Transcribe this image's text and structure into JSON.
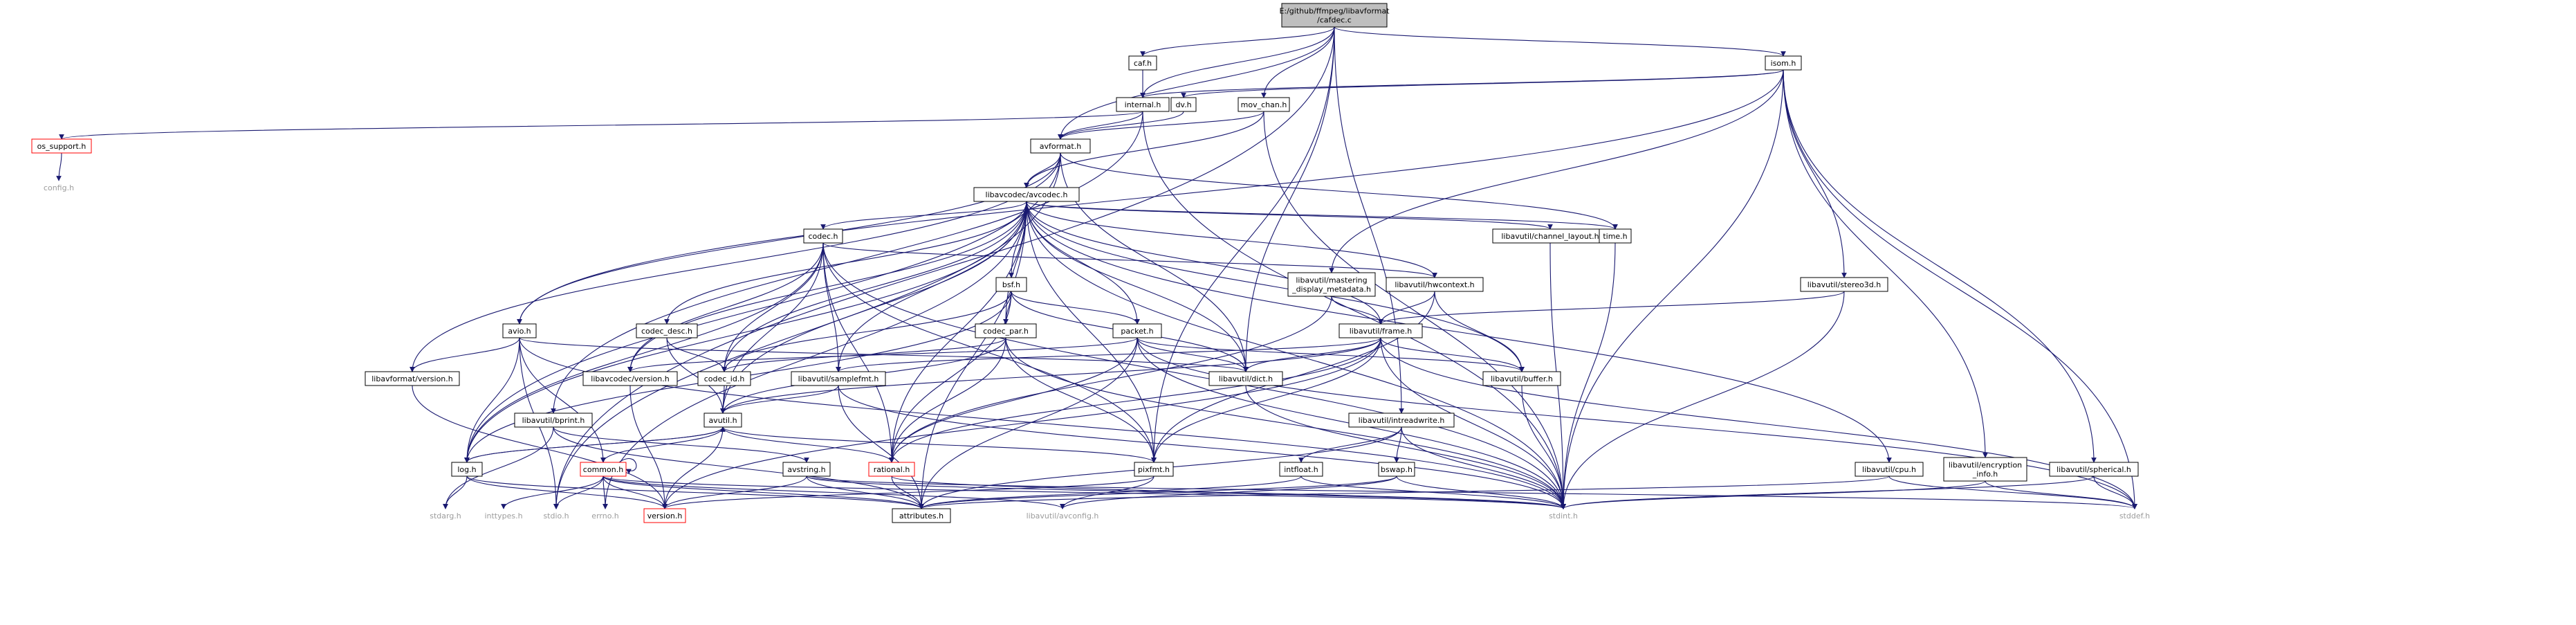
{
  "graph": {
    "nodes": [
      {
        "id": "cafdec_c",
        "lines": [
          "E:/github/ffmpeg/libavformat",
          "/cafdec.c"
        ],
        "style": "root"
      },
      {
        "id": "caf_h",
        "lines": [
          "caf.h"
        ],
        "style": "normal"
      },
      {
        "id": "isom_h",
        "lines": [
          "isom.h"
        ],
        "style": "normal"
      },
      {
        "id": "internal_h",
        "lines": [
          "internal.h"
        ],
        "style": "normal"
      },
      {
        "id": "dv_h",
        "lines": [
          "dv.h"
        ],
        "style": "normal"
      },
      {
        "id": "mov_chan_h",
        "lines": [
          "mov_chan.h"
        ],
        "style": "normal"
      },
      {
        "id": "os_support_h",
        "lines": [
          "os_support.h"
        ],
        "style": "red"
      },
      {
        "id": "config_h",
        "lines": [
          "config.h"
        ],
        "style": "plain"
      },
      {
        "id": "avformat_h",
        "lines": [
          "avformat.h"
        ],
        "style": "normal"
      },
      {
        "id": "avcodec_h",
        "lines": [
          "libavcodec/avcodec.h"
        ],
        "style": "normal"
      },
      {
        "id": "codec_h",
        "lines": [
          "codec.h"
        ],
        "style": "normal"
      },
      {
        "id": "bsf_h",
        "lines": [
          "bsf.h"
        ],
        "style": "normal"
      },
      {
        "id": "codec_desc_h",
        "lines": [
          "codec_desc.h"
        ],
        "style": "normal"
      },
      {
        "id": "codec_par_h",
        "lines": [
          "codec_par.h"
        ],
        "style": "normal"
      },
      {
        "id": "packet_h",
        "lines": [
          "packet.h"
        ],
        "style": "normal"
      },
      {
        "id": "codec_id_h",
        "lines": [
          "codec_id.h"
        ],
        "style": "normal"
      },
      {
        "id": "avio_h",
        "lines": [
          "avio.h"
        ],
        "style": "normal"
      },
      {
        "id": "lavf_version_h",
        "lines": [
          "libavformat/version.h"
        ],
        "style": "normal"
      },
      {
        "id": "lavc_version_h",
        "lines": [
          "libavcodec/version.h"
        ],
        "style": "normal"
      },
      {
        "id": "samplefmt_h",
        "lines": [
          "libavutil/samplefmt.h"
        ],
        "style": "normal"
      },
      {
        "id": "channel_layout_h",
        "lines": [
          "libavutil/channel_layout.h"
        ],
        "style": "normal"
      },
      {
        "id": "time_h",
        "lines": [
          "time.h"
        ],
        "style": "normal"
      },
      {
        "id": "mastering_h",
        "lines": [
          "libavutil/mastering",
          "_display_metadata.h"
        ],
        "style": "normal"
      },
      {
        "id": "hwcontext_h",
        "lines": [
          "libavutil/hwcontext.h"
        ],
        "style": "normal"
      },
      {
        "id": "stereo3d_h",
        "lines": [
          "libavutil/stereo3d.h"
        ],
        "style": "normal"
      },
      {
        "id": "frame_h",
        "lines": [
          "libavutil/frame.h"
        ],
        "style": "normal"
      },
      {
        "id": "dict_h",
        "lines": [
          "libavutil/dict.h"
        ],
        "style": "normal"
      },
      {
        "id": "buffer_h",
        "lines": [
          "libavutil/buffer.h"
        ],
        "style": "normal"
      },
      {
        "id": "bprint_h",
        "lines": [
          "libavutil/bprint.h"
        ],
        "style": "normal"
      },
      {
        "id": "intreadwrite_h",
        "lines": [
          "libavutil/intreadwrite.h"
        ],
        "style": "normal"
      },
      {
        "id": "avutil_h",
        "lines": [
          "avutil.h"
        ],
        "style": "normal"
      },
      {
        "id": "log_h",
        "lines": [
          "log.h"
        ],
        "style": "normal"
      },
      {
        "id": "common_h",
        "lines": [
          "common.h"
        ],
        "style": "red"
      },
      {
        "id": "avstring_h",
        "lines": [
          "avstring.h"
        ],
        "style": "normal"
      },
      {
        "id": "rational_h",
        "lines": [
          "rational.h"
        ],
        "style": "red"
      },
      {
        "id": "pixfmt_h",
        "lines": [
          "pixfmt.h"
        ],
        "style": "normal"
      },
      {
        "id": "intfloat_h",
        "lines": [
          "intfloat.h"
        ],
        "style": "normal"
      },
      {
        "id": "bswap_h",
        "lines": [
          "bswap.h"
        ],
        "style": "normal"
      },
      {
        "id": "cpu_h",
        "lines": [
          "libavutil/cpu.h"
        ],
        "style": "normal"
      },
      {
        "id": "encryption_h",
        "lines": [
          "libavutil/encryption",
          "_info.h"
        ],
        "style": "normal"
      },
      {
        "id": "spherical_h",
        "lines": [
          "libavutil/spherical.h"
        ],
        "style": "normal"
      },
      {
        "id": "version_h",
        "lines": [
          "version.h"
        ],
        "style": "red"
      },
      {
        "id": "attributes_h",
        "lines": [
          "attributes.h"
        ],
        "style": "normal"
      },
      {
        "id": "avconfig_h",
        "lines": [
          "libavutil/avconfig.h"
        ],
        "style": "plain"
      },
      {
        "id": "stdint_h",
        "lines": [
          "stdint.h"
        ],
        "style": "plain"
      },
      {
        "id": "stddef_h",
        "lines": [
          "stddef.h"
        ],
        "style": "plain"
      },
      {
        "id": "stdarg_h",
        "lines": [
          "stdarg.h"
        ],
        "style": "plain"
      },
      {
        "id": "inttypes_h",
        "lines": [
          "inttypes.h"
        ],
        "style": "plain"
      },
      {
        "id": "stdio_h",
        "lines": [
          "stdio.h"
        ],
        "style": "plain"
      },
      {
        "id": "errno_h",
        "lines": [
          "errno.h"
        ],
        "style": "plain"
      }
    ],
    "edges": [
      [
        "cafdec_c",
        "caf_h"
      ],
      [
        "cafdec_c",
        "isom_h"
      ],
      [
        "cafdec_c",
        "internal_h"
      ],
      [
        "cafdec_c",
        "mov_chan_h"
      ],
      [
        "cafdec_c",
        "avformat_h"
      ],
      [
        "cafdec_c",
        "dict_h"
      ],
      [
        "cafdec_c",
        "intreadwrite_h"
      ],
      [
        "cafdec_c",
        "stdio_h"
      ],
      [
        "cafdec_c",
        "pixfmt_h"
      ],
      [
        "caf_h",
        "internal_h"
      ],
      [
        "isom_h",
        "internal_h"
      ],
      [
        "isom_h",
        "dv_h"
      ],
      [
        "isom_h",
        "avio_h"
      ],
      [
        "isom_h",
        "mastering_h"
      ],
      [
        "isom_h",
        "stereo3d_h"
      ],
      [
        "isom_h",
        "spherical_h"
      ],
      [
        "isom_h",
        "encryption_h"
      ],
      [
        "isom_h",
        "stdint_h"
      ],
      [
        "isom_h",
        "stddef_h"
      ],
      [
        "internal_h",
        "avformat_h"
      ],
      [
        "internal_h",
        "os_support_h"
      ],
      [
        "internal_h",
        "bprint_h"
      ],
      [
        "internal_h",
        "stdint_h"
      ],
      [
        "dv_h",
        "avformat_h"
      ],
      [
        "mov_chan_h",
        "avformat_h"
      ],
      [
        "mov_chan_h",
        "avcodec_h"
      ],
      [
        "mov_chan_h",
        "stdint_h"
      ],
      [
        "os_support_h",
        "config_h"
      ],
      [
        "avformat_h",
        "avcodec_h"
      ],
      [
        "avformat_h",
        "avio_h"
      ],
      [
        "avformat_h",
        "lavf_version_h"
      ],
      [
        "avformat_h",
        "dict_h"
      ],
      [
        "avformat_h",
        "log_h"
      ],
      [
        "avformat_h",
        "time_h"
      ],
      [
        "avformat_h",
        "stdio_h"
      ],
      [
        "avcodec_h",
        "codec_h"
      ],
      [
        "avcodec_h",
        "bsf_h"
      ],
      [
        "avcodec_h",
        "codec_desc_h"
      ],
      [
        "avcodec_h",
        "codec_par_h"
      ],
      [
        "avcodec_h",
        "codec_id_h"
      ],
      [
        "avcodec_h",
        "packet_h"
      ],
      [
        "avcodec_h",
        "lavc_version_h"
      ],
      [
        "avcodec_h",
        "samplefmt_h"
      ],
      [
        "avcodec_h",
        "channel_layout_h"
      ],
      [
        "avcodec_h",
        "time_h"
      ],
      [
        "avcodec_h",
        "cpu_h"
      ],
      [
        "avcodec_h",
        "hwcontext_h"
      ],
      [
        "avcodec_h",
        "frame_h"
      ],
      [
        "avcodec_h",
        "dict_h"
      ],
      [
        "avcodec_h",
        "buffer_h"
      ],
      [
        "avcodec_h",
        "avutil_h"
      ],
      [
        "avcodec_h",
        "log_h"
      ],
      [
        "avcodec_h",
        "rational_h"
      ],
      [
        "avcodec_h",
        "pixfmt_h"
      ],
      [
        "avcodec_h",
        "attributes_h"
      ],
      [
        "avcodec_h",
        "stdint_h"
      ],
      [
        "avcodec_h",
        "errno_h"
      ],
      [
        "codec_h",
        "codec_id_h"
      ],
      [
        "codec_h",
        "lavc_version_h"
      ],
      [
        "codec_h",
        "samplefmt_h"
      ],
      [
        "codec_h",
        "hwcontext_h"
      ],
      [
        "codec_h",
        "avutil_h"
      ],
      [
        "codec_h",
        "log_h"
      ],
      [
        "codec_h",
        "rational_h"
      ],
      [
        "codec_h",
        "pixfmt_h"
      ],
      [
        "codec_h",
        "stdint_h"
      ],
      [
        "bsf_h",
        "codec_id_h"
      ],
      [
        "bsf_h",
        "codec_par_h"
      ],
      [
        "bsf_h",
        "packet_h"
      ],
      [
        "bsf_h",
        "dict_h"
      ],
      [
        "bsf_h",
        "log_h"
      ],
      [
        "bsf_h",
        "rational_h"
      ],
      [
        "codec_desc_h",
        "codec_id_h"
      ],
      [
        "codec_desc_h",
        "avutil_h"
      ],
      [
        "codec_par_h",
        "codec_id_h"
      ],
      [
        "codec_par_h",
        "avutil_h"
      ],
      [
        "codec_par_h",
        "rational_h"
      ],
      [
        "codec_par_h",
        "pixfmt_h"
      ],
      [
        "codec_par_h",
        "stdint_h"
      ],
      [
        "packet_h",
        "lavc_version_h"
      ],
      [
        "packet_h",
        "buffer_h"
      ],
      [
        "packet_h",
        "dict_h"
      ],
      [
        "packet_h",
        "rational_h"
      ],
      [
        "packet_h",
        "attributes_h"
      ],
      [
        "packet_h",
        "stdint_h"
      ],
      [
        "packet_h",
        "stddef_h"
      ],
      [
        "codec_id_h",
        "avutil_h"
      ],
      [
        "avio_h",
        "lavf_version_h"
      ],
      [
        "avio_h",
        "dict_h"
      ],
      [
        "avio_h",
        "log_h"
      ],
      [
        "avio_h",
        "common_h"
      ],
      [
        "avio_h",
        "stdint_h"
      ],
      [
        "avio_h",
        "stdio_h"
      ],
      [
        "lavf_version_h",
        "version_h"
      ],
      [
        "lavc_version_h",
        "version_h"
      ],
      [
        "samplefmt_h",
        "avutil_h"
      ],
      [
        "samplefmt_h",
        "attributes_h"
      ],
      [
        "samplefmt_h",
        "stdint_h"
      ],
      [
        "channel_layout_h",
        "stdint_h"
      ],
      [
        "time_h",
        "stdint_h"
      ],
      [
        "mastering_h",
        "frame_h"
      ],
      [
        "mastering_h",
        "rational_h"
      ],
      [
        "hwcontext_h",
        "frame_h"
      ],
      [
        "hwcontext_h",
        "buffer_h"
      ],
      [
        "hwcontext_h",
        "pixfmt_h"
      ],
      [
        "stereo3d_h",
        "frame_h"
      ],
      [
        "stereo3d_h",
        "stdint_h"
      ],
      [
        "frame_h",
        "avutil_h"
      ],
      [
        "frame_h",
        "buffer_h"
      ],
      [
        "frame_h",
        "dict_h"
      ],
      [
        "frame_h",
        "rational_h"
      ],
      [
        "frame_h",
        "samplefmt_h"
      ],
      [
        "frame_h",
        "pixfmt_h"
      ],
      [
        "frame_h",
        "version_h"
      ],
      [
        "frame_h",
        "stdint_h"
      ],
      [
        "frame_h",
        "stddef_h"
      ],
      [
        "dict_h",
        "stdint_h"
      ],
      [
        "buffer_h",
        "stdint_h"
      ],
      [
        "bprint_h",
        "avstring_h"
      ],
      [
        "bprint_h",
        "attributes_h"
      ],
      [
        "bprint_h",
        "stdarg_h"
      ],
      [
        "intreadwrite_h",
        "intfloat_h"
      ],
      [
        "intreadwrite_h",
        "bswap_h"
      ],
      [
        "intreadwrite_h",
        "attributes_h"
      ],
      [
        "intreadwrite_h",
        "stdint_h"
      ],
      [
        "avutil_h",
        "common_h"
      ],
      [
        "avutil_h",
        "log_h"
      ],
      [
        "avutil_h",
        "rational_h"
      ],
      [
        "avutil_h",
        "pixfmt_h"
      ],
      [
        "avutil_h",
        "version_h"
      ],
      [
        "log_h",
        "avutil_h"
      ],
      [
        "log_h",
        "attributes_h"
      ],
      [
        "log_h",
        "version_h"
      ],
      [
        "log_h",
        "stdarg_h"
      ],
      [
        "common_h",
        "common_h"
      ],
      [
        "common_h",
        "attributes_h"
      ],
      [
        "common_h",
        "version_h"
      ],
      [
        "common_h",
        "avconfig_h"
      ],
      [
        "common_h",
        "stdint_h"
      ],
      [
        "common_h",
        "inttypes_h"
      ],
      [
        "common_h",
        "stdio_h"
      ],
      [
        "common_h",
        "errno_h"
      ],
      [
        "avstring_h",
        "attributes_h"
      ],
      [
        "avstring_h",
        "version_h"
      ],
      [
        "avstring_h",
        "stdint_h"
      ],
      [
        "avstring_h",
        "stddef_h"
      ],
      [
        "rational_h",
        "attributes_h"
      ],
      [
        "rational_h",
        "stdint_h"
      ],
      [
        "pixfmt_h",
        "version_h"
      ],
      [
        "pixfmt_h",
        "avconfig_h"
      ],
      [
        "intfloat_h",
        "attributes_h"
      ],
      [
        "intfloat_h",
        "stdint_h"
      ],
      [
        "bswap_h",
        "attributes_h"
      ],
      [
        "bswap_h",
        "avconfig_h"
      ],
      [
        "bswap_h",
        "stdint_h"
      ],
      [
        "cpu_h",
        "attributes_h"
      ],
      [
        "cpu_h",
        "stddef_h"
      ],
      [
        "encryption_h",
        "stdint_h"
      ],
      [
        "encryption_h",
        "stddef_h"
      ],
      [
        "spherical_h",
        "stdint_h"
      ],
      [
        "spherical_h",
        "stddef_h"
      ]
    ]
  }
}
